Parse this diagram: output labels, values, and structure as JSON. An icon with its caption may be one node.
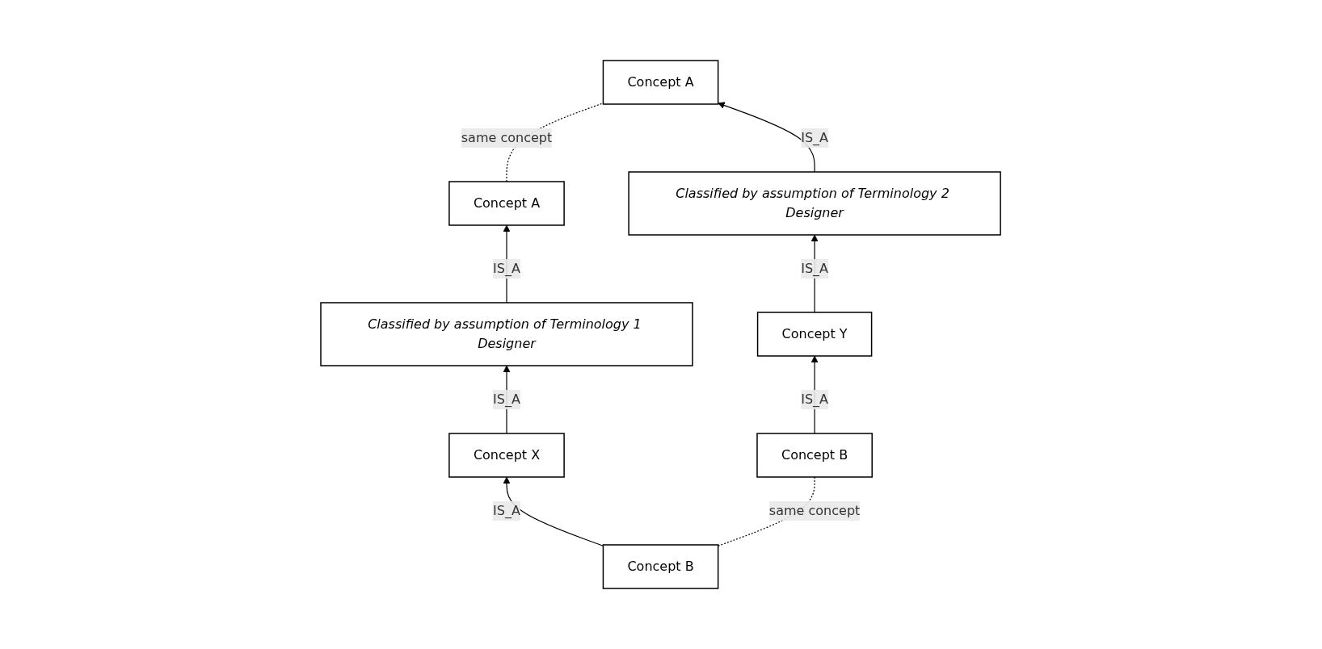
{
  "diagram": {
    "nodes": [
      {
        "text": [
          "Concept A"
        ]
      },
      {
        "text": [
          "Concept A"
        ]
      },
      {
        "text": [
          "Classified by assumption of Terminology 1 Designer"
        ]
      },
      {
        "text": [
          "Classified by assumption of Terminology 2 Designer"
        ]
      },
      {
        "text": [
          "Concept X"
        ]
      },
      {
        "text": [
          "Concept Y"
        ]
      },
      {
        "text": [
          "Concept B"
        ]
      },
      {
        "text": [
          "Concept B"
        ]
      }
    ],
    "edges": [
      {
        "from": 0,
        "to": 1,
        "arrow": "none",
        "label": "same concept",
        "style": "dashed"
      },
      {
        "from": 2,
        "to": 0,
        "arrow": "to",
        "label": "IS_A"
      },
      {
        "from": 3,
        "to": 1,
        "arrow": "to",
        "label": "IS_A"
      },
      {
        "from": 4,
        "to": 2,
        "arrow": "to",
        "label": "IS_A"
      },
      {
        "from": 5,
        "to": 3,
        "arrow": "to",
        "label": "IS_A"
      },
      {
        "from": 6,
        "to": 4,
        "arrow": "to",
        "label": "IS_A"
      },
      {
        "from": 7,
        "to": 5,
        "arrow": "to",
        "label": "IS_A"
      },
      {
        "from": 6,
        "to": 7,
        "arrow": "none",
        "label": "same concept",
        "style": "dashed"
      }
    ]
  }
}
